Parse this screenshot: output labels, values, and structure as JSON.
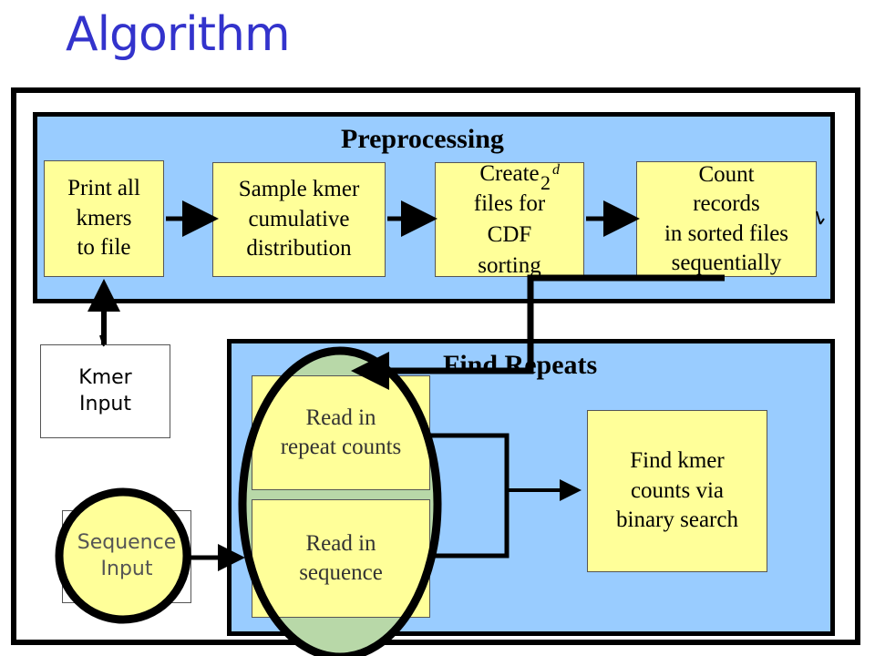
{
  "title": "Algorithm",
  "preprocessing": {
    "title": "Preprocessing",
    "steps": [
      {
        "lines": [
          "Print all",
          "kmers",
          "to file"
        ]
      },
      {
        "lines": [
          "Sample kmer",
          "cumulative",
          "distribution"
        ]
      },
      {
        "lines": [
          "Create",
          "files for",
          "CDF",
          "sorting"
        ],
        "superscript": "2",
        "superscript_d": "d"
      },
      {
        "lines": [
          "Count",
          "records",
          "in sorted files",
          "sequentially"
        ]
      }
    ]
  },
  "find_repeats": {
    "title": "Find Repeats",
    "read_counts": {
      "lines": [
        "Read in",
        "repeat counts"
      ]
    },
    "read_sequence": {
      "lines": [
        "Read in",
        "sequence"
      ]
    },
    "find_counts": {
      "lines": [
        "Find kmer",
        "counts via",
        "binary search"
      ]
    }
  },
  "inputs": {
    "kmer": {
      "lines": [
        "Kmer",
        "Input"
      ]
    },
    "sequence": {
      "lines": [
        "Sequence",
        "Input"
      ]
    }
  },
  "colors": {
    "title": "#3333cc",
    "panel": "#99ccff",
    "box": "#ffff99",
    "highlight_fill": "#b8d8a8"
  }
}
